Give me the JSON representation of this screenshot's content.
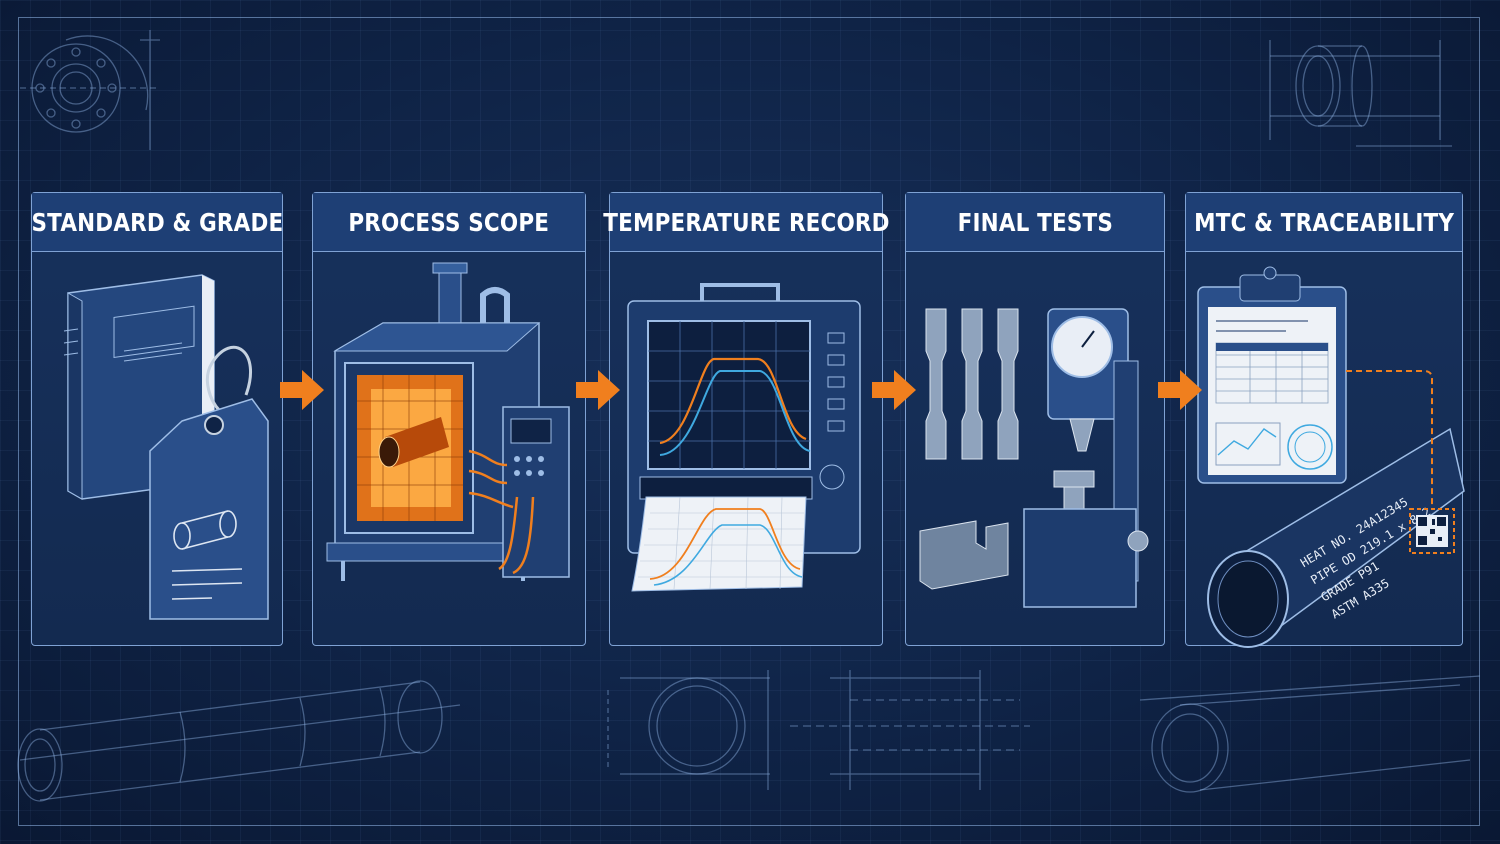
{
  "steps": [
    {
      "title": "STANDARD & GRADE"
    },
    {
      "title": "PROCESS SCOPE"
    },
    {
      "title": "TEMPERATURE RECORD"
    },
    {
      "title": "FINAL TESTS"
    },
    {
      "title": "MTC & TRACEABILITY"
    }
  ],
  "pipe_marking": {
    "line1": "HEAT NO. 24A12345",
    "line2": "PIPE OD 219.1 x 8.2",
    "line3": "GRADE P91",
    "line4": "ASTM A335"
  },
  "colors": {
    "background": "#0f2346",
    "panel": "#17315c",
    "header": "#1e3f75",
    "outline": "#7fa2d4",
    "accent_orange": "#f07f1e"
  },
  "icons": [
    "book-icon",
    "tag-icon",
    "furnace-icon",
    "chart-recorder-icon",
    "tensile-specimen-icon",
    "hardness-tester-icon",
    "clipboard-icon",
    "pipe-icon",
    "qr-code-icon"
  ]
}
